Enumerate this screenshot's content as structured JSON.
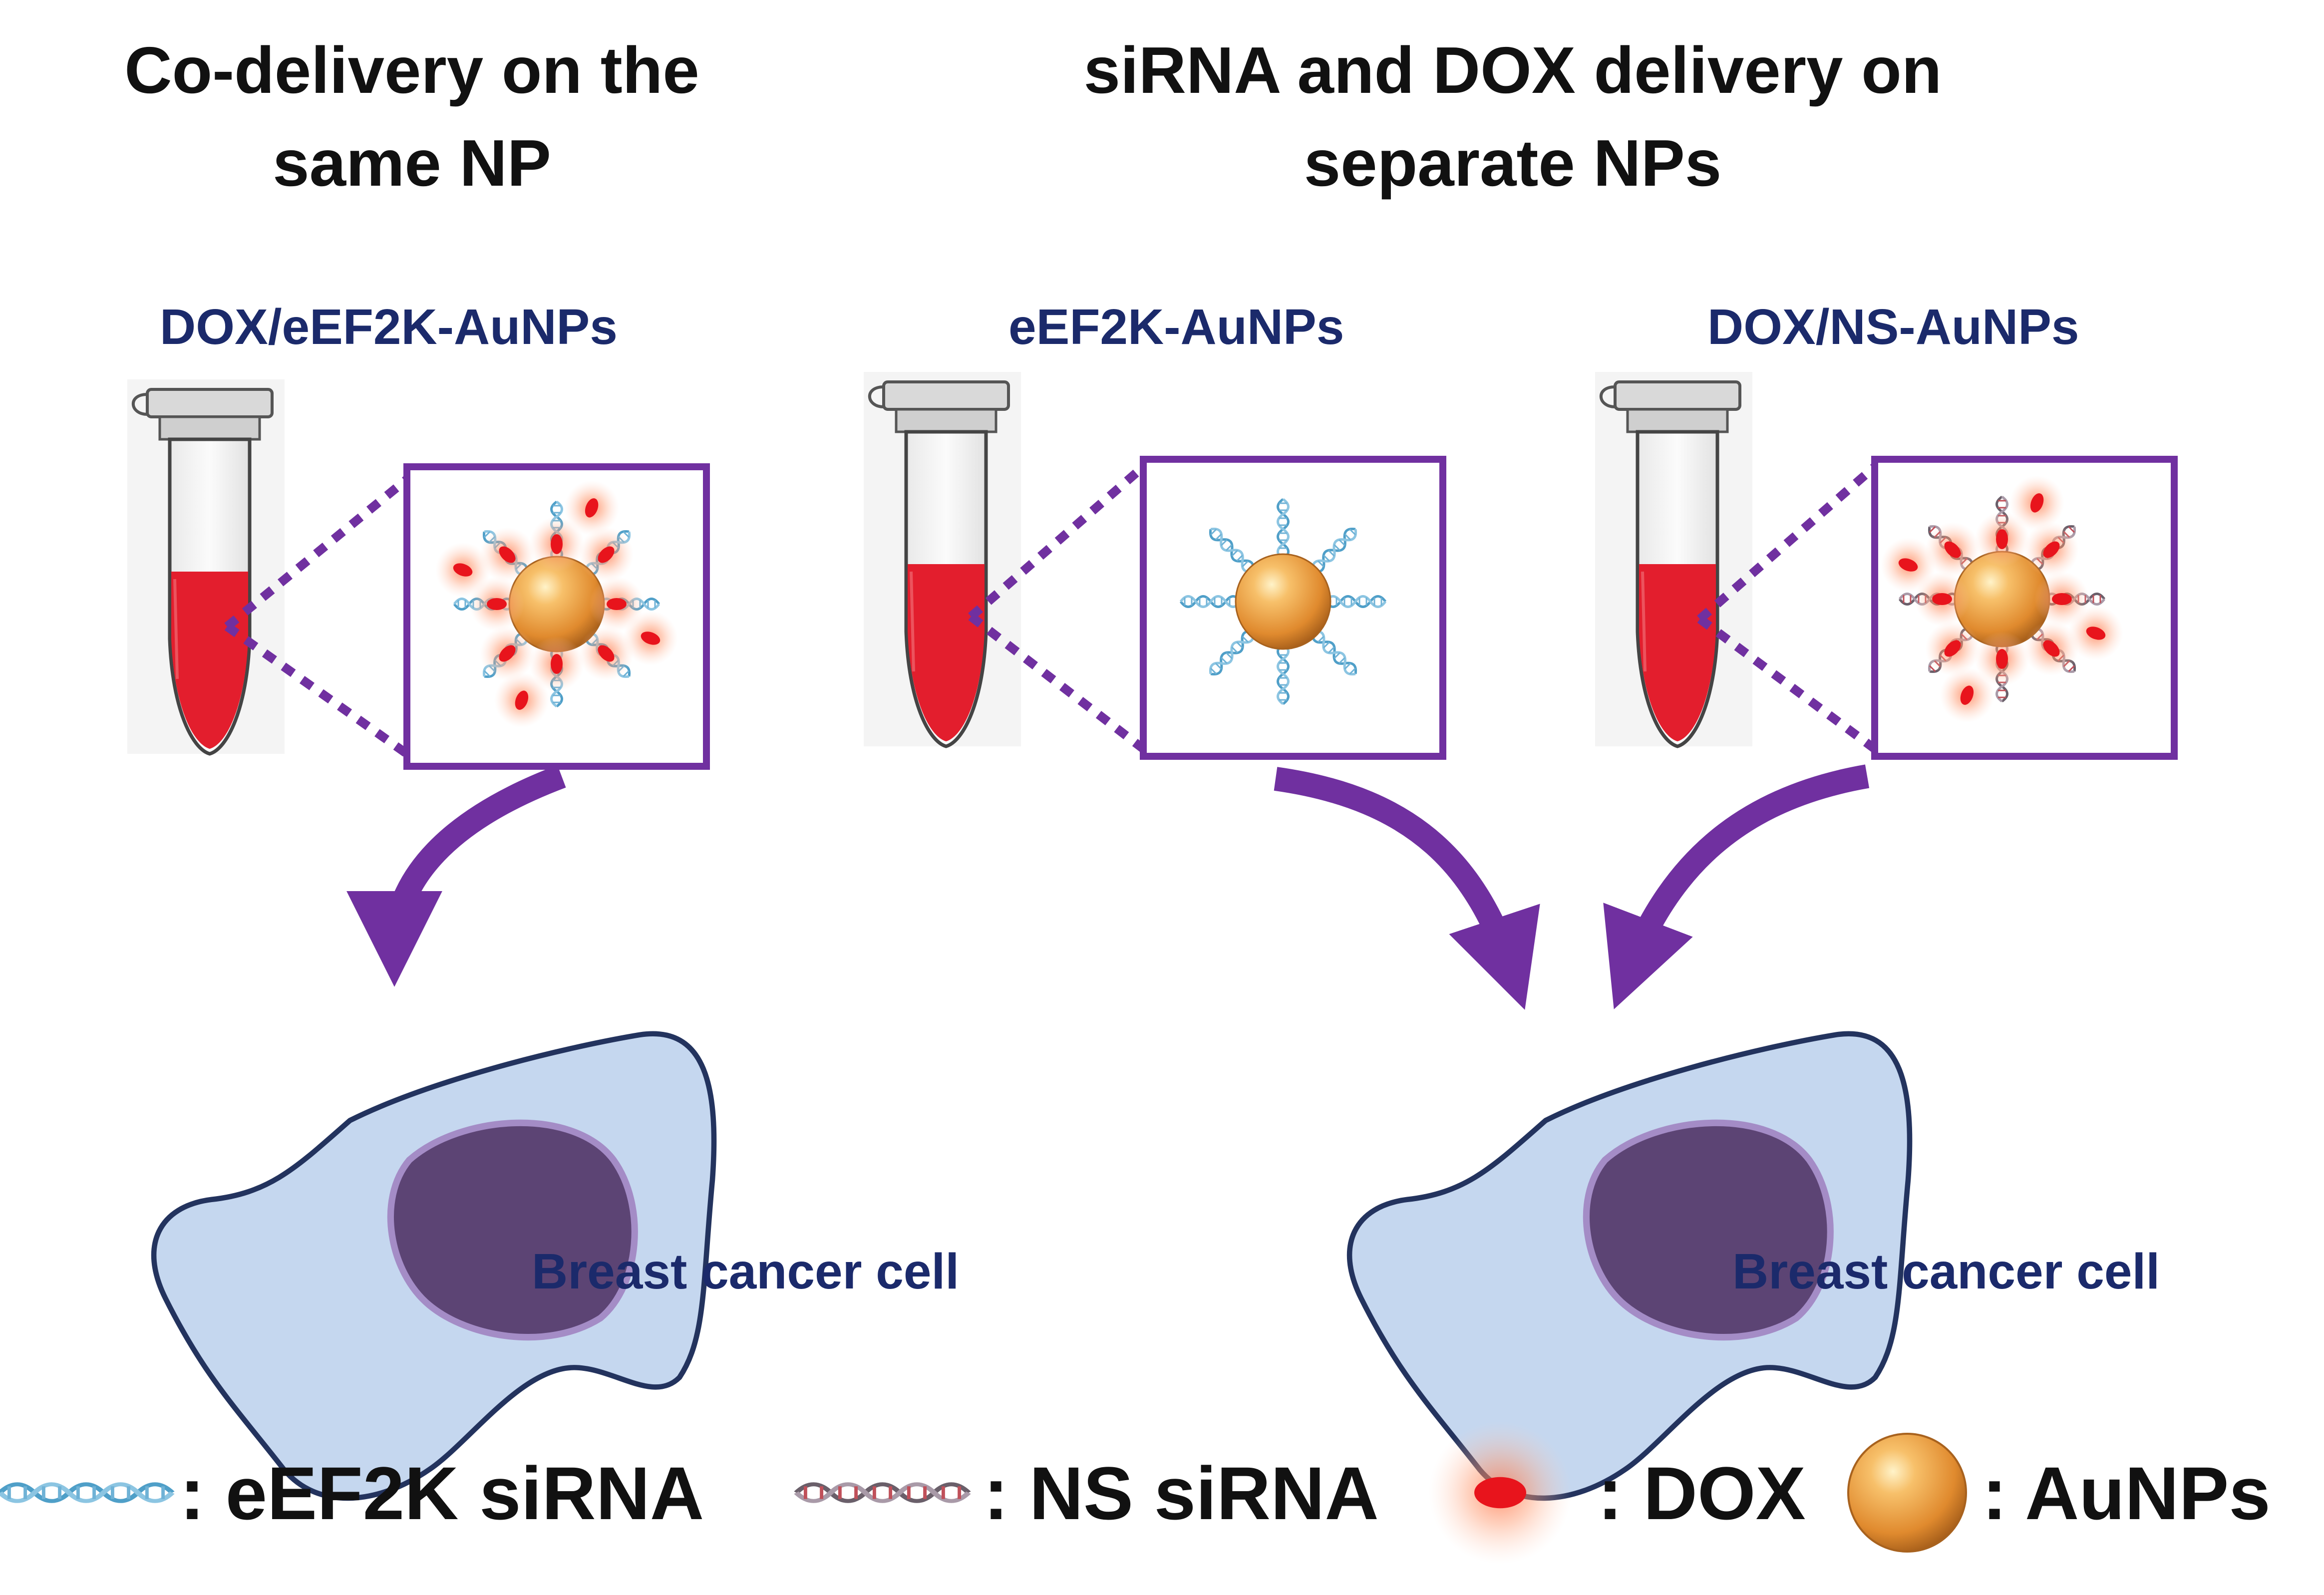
{
  "headings": {
    "left_line1": "Co-delivery on the",
    "left_line2": "same NP",
    "right_line1": "siRNA and DOX delivery on",
    "right_line2": "separate NPs"
  },
  "tube_labels": {
    "tube1": "DOX/eEF2K-AuNPs",
    "tube2": "eEF2K-AuNPs",
    "tube3": "DOX/NS-AuNPs"
  },
  "cell_labels": {
    "cell1": "Breast cancer cell",
    "cell2": "Breast cancer cell"
  },
  "legend": {
    "eef2k": ": eEF2K siRNA",
    "ns": ": NS siRNA",
    "dox": ": DOX",
    "aunps": ": AuNPs"
  },
  "colors": {
    "purple": "#7030a0",
    "tube_liquid": "#e31e2d",
    "cell_fill": "#c5d7ef",
    "nucleus": "#5c4474",
    "gold": "#e59a3c",
    "eef2k_sirna": "#4f9fc8",
    "ns_sirna": "#7a6e78",
    "dox": "#e8141c"
  },
  "icons": [
    "eppendorf-tube-icon",
    "gold-nanoparticle-icon",
    "sirna-strand-icon",
    "dox-molecule-icon",
    "breast-cancer-cell-icon",
    "curved-arrow-icon"
  ]
}
